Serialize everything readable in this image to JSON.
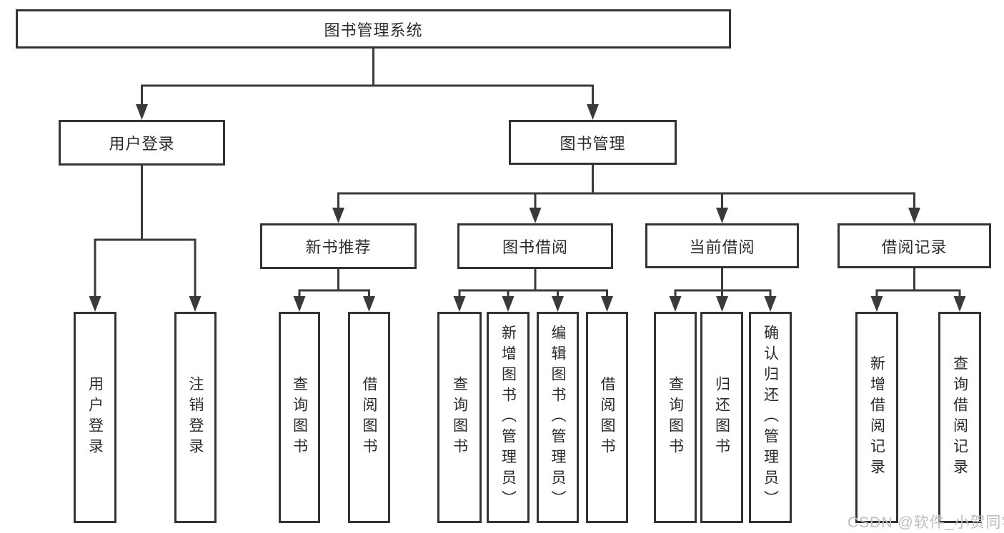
{
  "tree": {
    "label": "图书管理系统",
    "children": [
      {
        "label": "用户登录",
        "children": [
          {
            "label": "用户登录"
          },
          {
            "label": "注销登录"
          }
        ]
      },
      {
        "label": "图书管理",
        "children": [
          {
            "label": "新书推荐",
            "children": [
              {
                "label": "查询图书"
              },
              {
                "label": "借阅图书"
              }
            ]
          },
          {
            "label": "图书借阅",
            "children": [
              {
                "label": "查询图书"
              },
              {
                "label": "新增图书（管理员）"
              },
              {
                "label": "编辑图书（管理员）"
              },
              {
                "label": "借阅图书"
              }
            ]
          },
          {
            "label": "当前借阅",
            "children": [
              {
                "label": "查询图书"
              },
              {
                "label": "归还图书"
              },
              {
                "label": "确认归还（管理员）"
              }
            ]
          },
          {
            "label": "借阅记录",
            "children": [
              {
                "label": "新增借阅记录"
              },
              {
                "label": "查询借阅记录"
              }
            ]
          }
        ]
      }
    ]
  },
  "watermark": {
    "text": "CSDN @软件_小贺同学"
  },
  "colors": {
    "line": "#3a3a3a",
    "border": "#333333",
    "text": "#2b2b2b",
    "watermark": "#bdbdbd",
    "background": "#ffffff"
  }
}
